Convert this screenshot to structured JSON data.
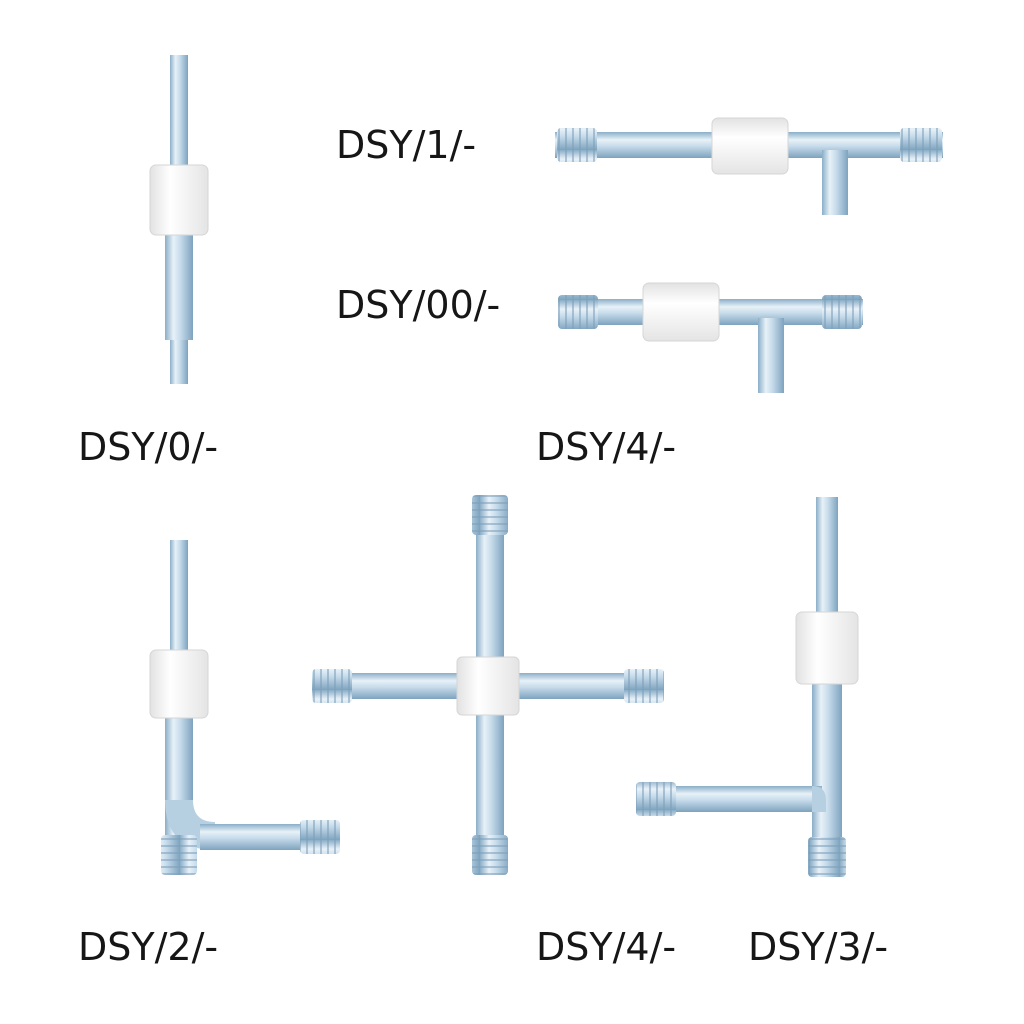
{
  "items": [
    {
      "code": "DSY/0/-"
    },
    {
      "code": "DSY/1/-"
    },
    {
      "code": "DSY/00/-"
    },
    {
      "code": "DSY/4/-"
    },
    {
      "code": "DSY/2/-"
    },
    {
      "code": "DSY/4/-"
    },
    {
      "code": "DSY/3/-"
    }
  ],
  "colors": {
    "tube_light": "#e9f2f9",
    "tube_mid": "#b9d2e4",
    "tube_dark": "#7ea3bf",
    "clamp_light": "#ffffff",
    "clamp_shade": "#e6e6e6",
    "label": "#161616"
  }
}
